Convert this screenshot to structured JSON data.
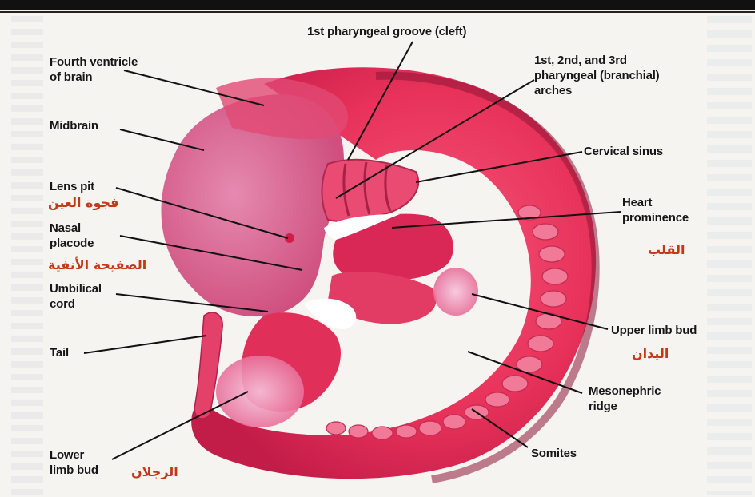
{
  "labels": {
    "fourth_ventricle": "Fourth ventricle\nof brain",
    "midbrain": "Midbrain",
    "lens_pit": "Lens pit",
    "lens_pit_ar": "فجوة العين",
    "nasal_placode": "Nasal\nplacode",
    "nasal_placode_ar": "الصفيحة الأنفية",
    "umbilical_cord": "Umbilical\ncord",
    "tail": "Tail",
    "lower_limb_bud": "Lower\nlimb bud",
    "lower_limb_bud_ar": "الرجلان",
    "pharyngeal_groove": "1st pharyngeal groove (cleft)",
    "pharyngeal_arches": "1st, 2nd, and 3rd\npharyngeal (branchial)\narches",
    "cervical_sinus": "Cervical sinus",
    "heart_prominence": "Heart\nprominence",
    "heart_prominence_ar": "القلب",
    "upper_limb_bud": "Upper limb bud",
    "upper_limb_bud_ar": "اليدان",
    "mesonephric_ridge": "Mesonephric\nridge",
    "somites": "Somites"
  },
  "colors": {
    "embryo_main": "#e8325a",
    "embryo_light": "#f06a8a",
    "head": "#d9608c",
    "arabic": "#c43818"
  }
}
